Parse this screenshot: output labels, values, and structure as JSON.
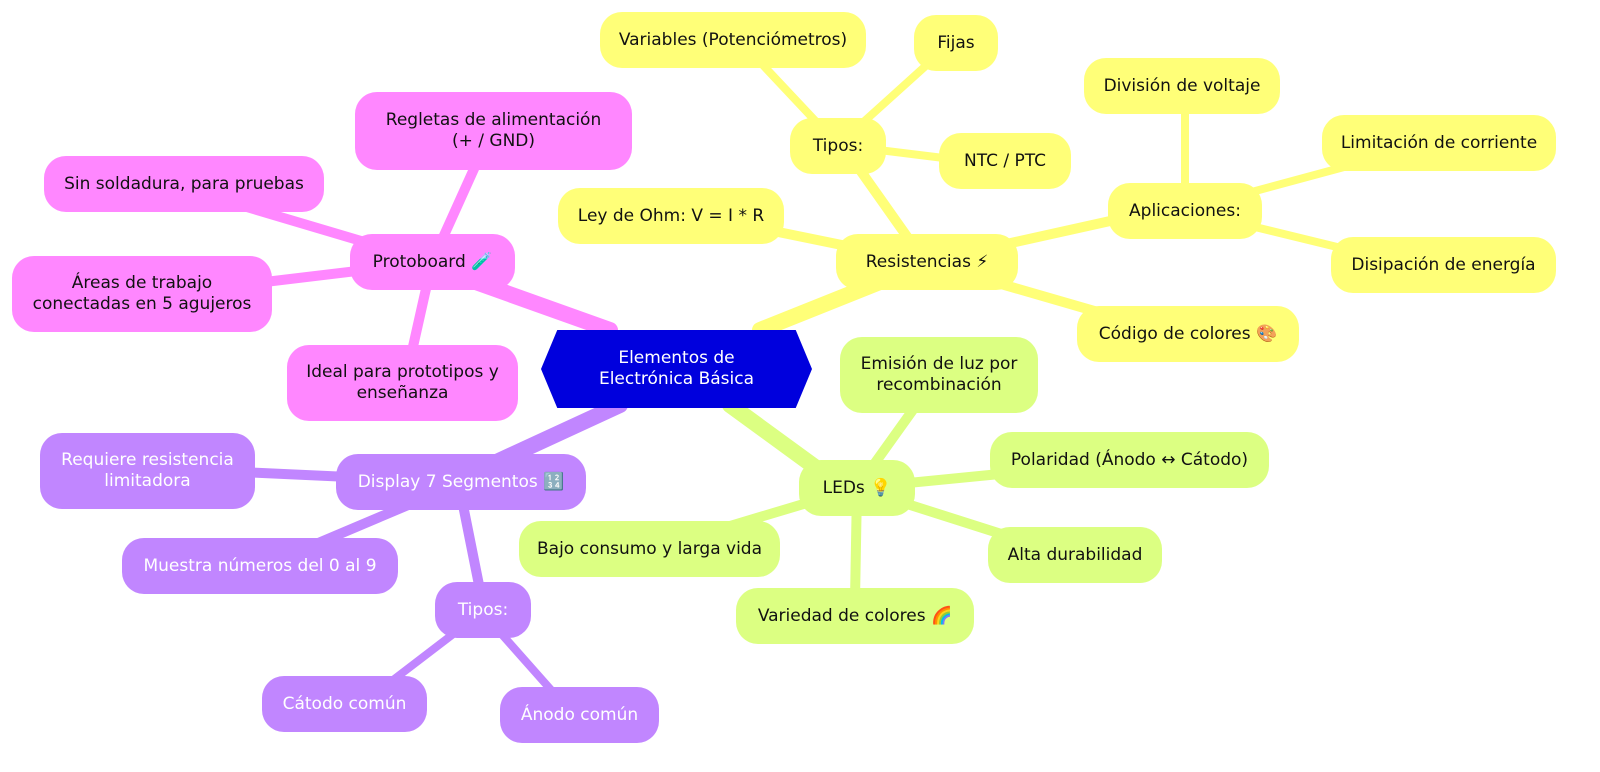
{
  "root": {
    "label": "Elementos de Electrónica Básica"
  },
  "colors": {
    "root": "#0000dd",
    "resistencias": "#ffff78",
    "leds": "#dcff82",
    "protoboard": "#ff87ff",
    "display": "#c186ff"
  },
  "resistencias": {
    "label": "Resistencias ⚡",
    "ohm": "Ley de Ohm: V = I * R",
    "codigo": "Código de colores 🎨",
    "tipos": {
      "label": "Tipos:",
      "variables": "Variables (Potenciómetros)",
      "fijas": "Fijas",
      "ntc": "NTC / PTC"
    },
    "aplicaciones": {
      "label": "Aplicaciones:",
      "division": "División de voltaje",
      "limitacion": "Limitación de corriente",
      "disipacion": "Disipación de energía"
    }
  },
  "leds": {
    "label": "LEDs 💡",
    "emision": "Emisión de luz por recombinación",
    "polaridad": "Polaridad (Ánodo ↔ Cátodo)",
    "durabilidad": "Alta durabilidad",
    "colores": "Variedad de colores 🌈",
    "consumo": "Bajo consumo y larga vida"
  },
  "protoboard": {
    "label": "Protoboard 🧪",
    "regletas": "Regletas de alimentación (+ / GND)",
    "soldadura": "Sin soldadura, para pruebas",
    "areas": "Áreas de trabajo conectadas en 5 agujeros",
    "ideal": "Ideal para prototipos y enseñanza"
  },
  "display": {
    "label": "Display 7 Segmentos 🔢",
    "requiere": "Requiere resistencia limitadora",
    "muestra": "Muestra números del 0 al 9",
    "tipos": {
      "label": "Tipos:",
      "catodo": "Cátodo común",
      "anodo": "Ánodo común"
    }
  }
}
